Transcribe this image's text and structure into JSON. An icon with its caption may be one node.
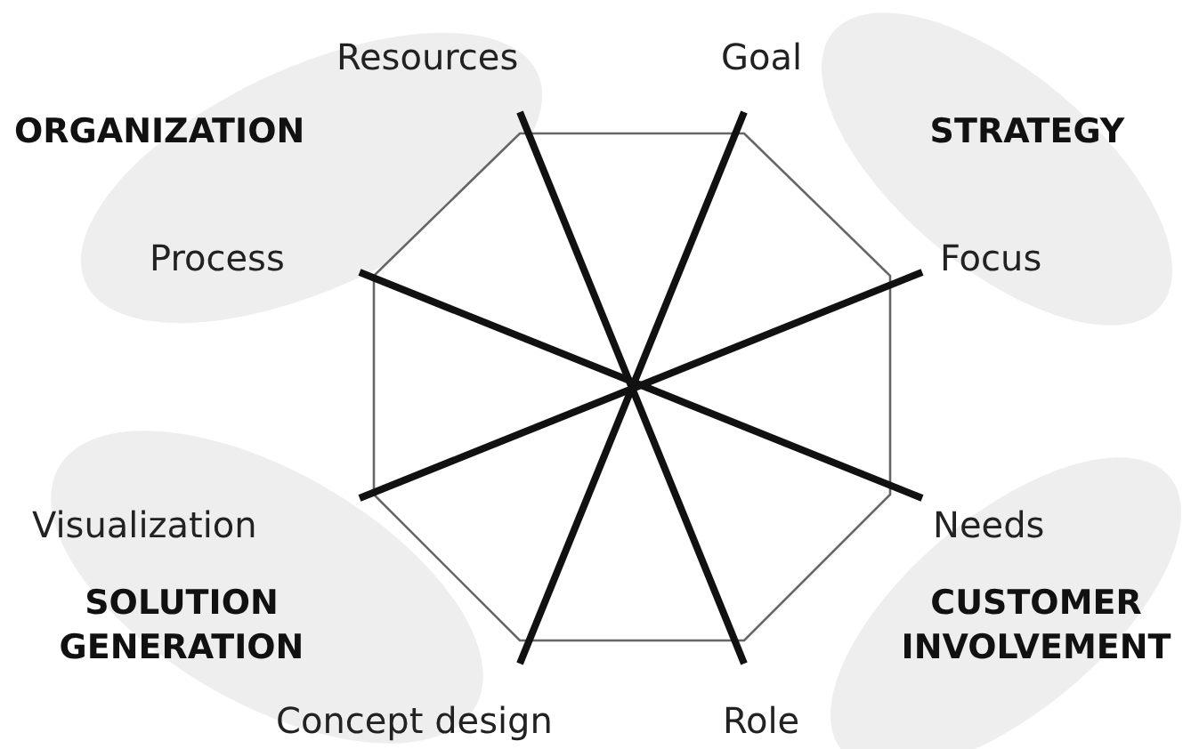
{
  "diagram": {
    "labels": [
      "Resources",
      "Goal",
      "ORGANIZATION",
      "STRATEGY",
      "Process",
      "Focus",
      "Visualization",
      "Needs",
      "SOLUTION GENERATION",
      "CUSTOMER INVOLVEMENT",
      "Concept design",
      "Role"
    ]
  }
}
